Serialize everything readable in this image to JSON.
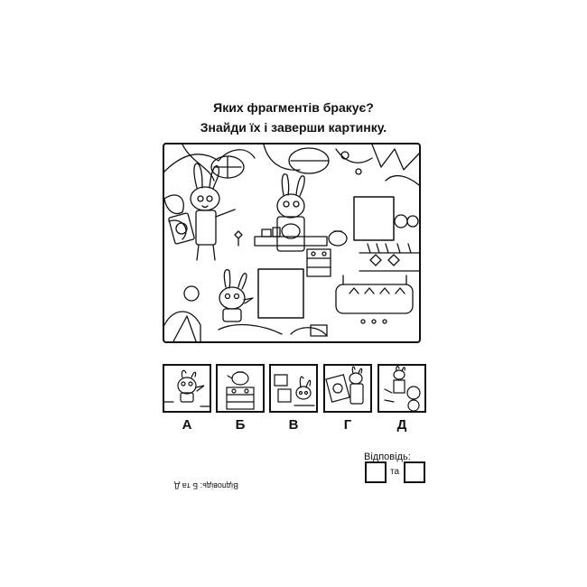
{
  "title": {
    "line1": "Яких фрагментів бракує?",
    "line2": "Знайди їх і заверши картинку."
  },
  "fragments": [
    {
      "letter": "А",
      "icon": "bird-fragment-icon"
    },
    {
      "letter": "Б",
      "icon": "teapot-stove-fragment-icon"
    },
    {
      "letter": "В",
      "icon": "bunny-shelf-fragment-icon"
    },
    {
      "letter": "Г",
      "icon": "bunny-card-fragment-icon"
    },
    {
      "letter": "Д",
      "icon": "bunny-plants-fragment-icon"
    }
  ],
  "answer": {
    "label": "Відповідь:",
    "separator": "та"
  },
  "upside_down_answer": "Відповідь: Б та Д"
}
